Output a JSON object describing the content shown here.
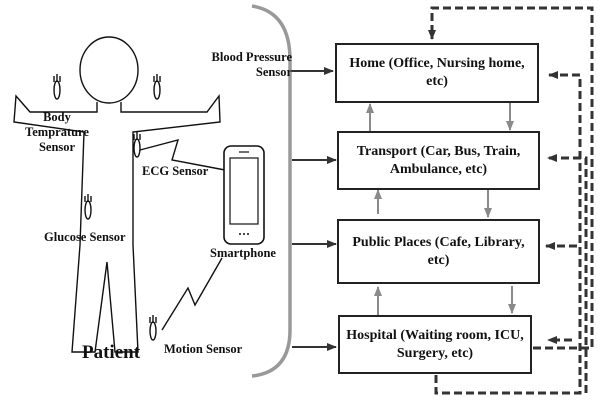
{
  "patient": {
    "label": "Patient",
    "sensors": {
      "blood_pressure": "Blood Pressure Sensor",
      "body_temperature": "Body Temprature Sensor",
      "ecg": "ECG Sensor",
      "glucose": "Glucose Sensor",
      "motion": "Motion Sensor"
    },
    "device": "Smartphone"
  },
  "locations": [
    {
      "id": "home",
      "label": "Home (Office, Nursing home, etc)"
    },
    {
      "id": "transport",
      "label": "Transport (Car, Bus, Train, Ambulance,  etc)"
    },
    {
      "id": "public",
      "label": "Public Places (Cafe, Library, etc)"
    },
    {
      "id": "hospital",
      "label": "Hospital (Waiting room, ICU, Surgery, etc)"
    }
  ],
  "colors": {
    "line": "#333333",
    "gray_arrow": "#8a8a8a",
    "box_border": "#222222"
  }
}
